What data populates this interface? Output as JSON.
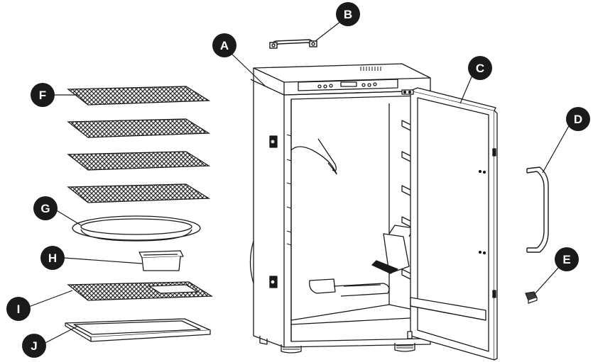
{
  "diagram": {
    "parts": [
      {
        "letter": "A",
        "item": "smoker-cabinet"
      },
      {
        "letter": "B",
        "item": "top-handle"
      },
      {
        "letter": "C",
        "item": "door"
      },
      {
        "letter": "D",
        "item": "door-handle"
      },
      {
        "letter": "E",
        "item": "door-latch"
      },
      {
        "letter": "F",
        "item": "cooking-racks"
      },
      {
        "letter": "G",
        "item": "water-bowl"
      },
      {
        "letter": "H",
        "item": "wood-chip-box"
      },
      {
        "letter": "I",
        "item": "rack"
      },
      {
        "letter": "J",
        "item": "drip-tray"
      }
    ]
  },
  "colors": {
    "line": "#1a1a1a",
    "callout": "#1a1a1a",
    "background": "#ffffff",
    "grill": "#2a2a2a"
  }
}
